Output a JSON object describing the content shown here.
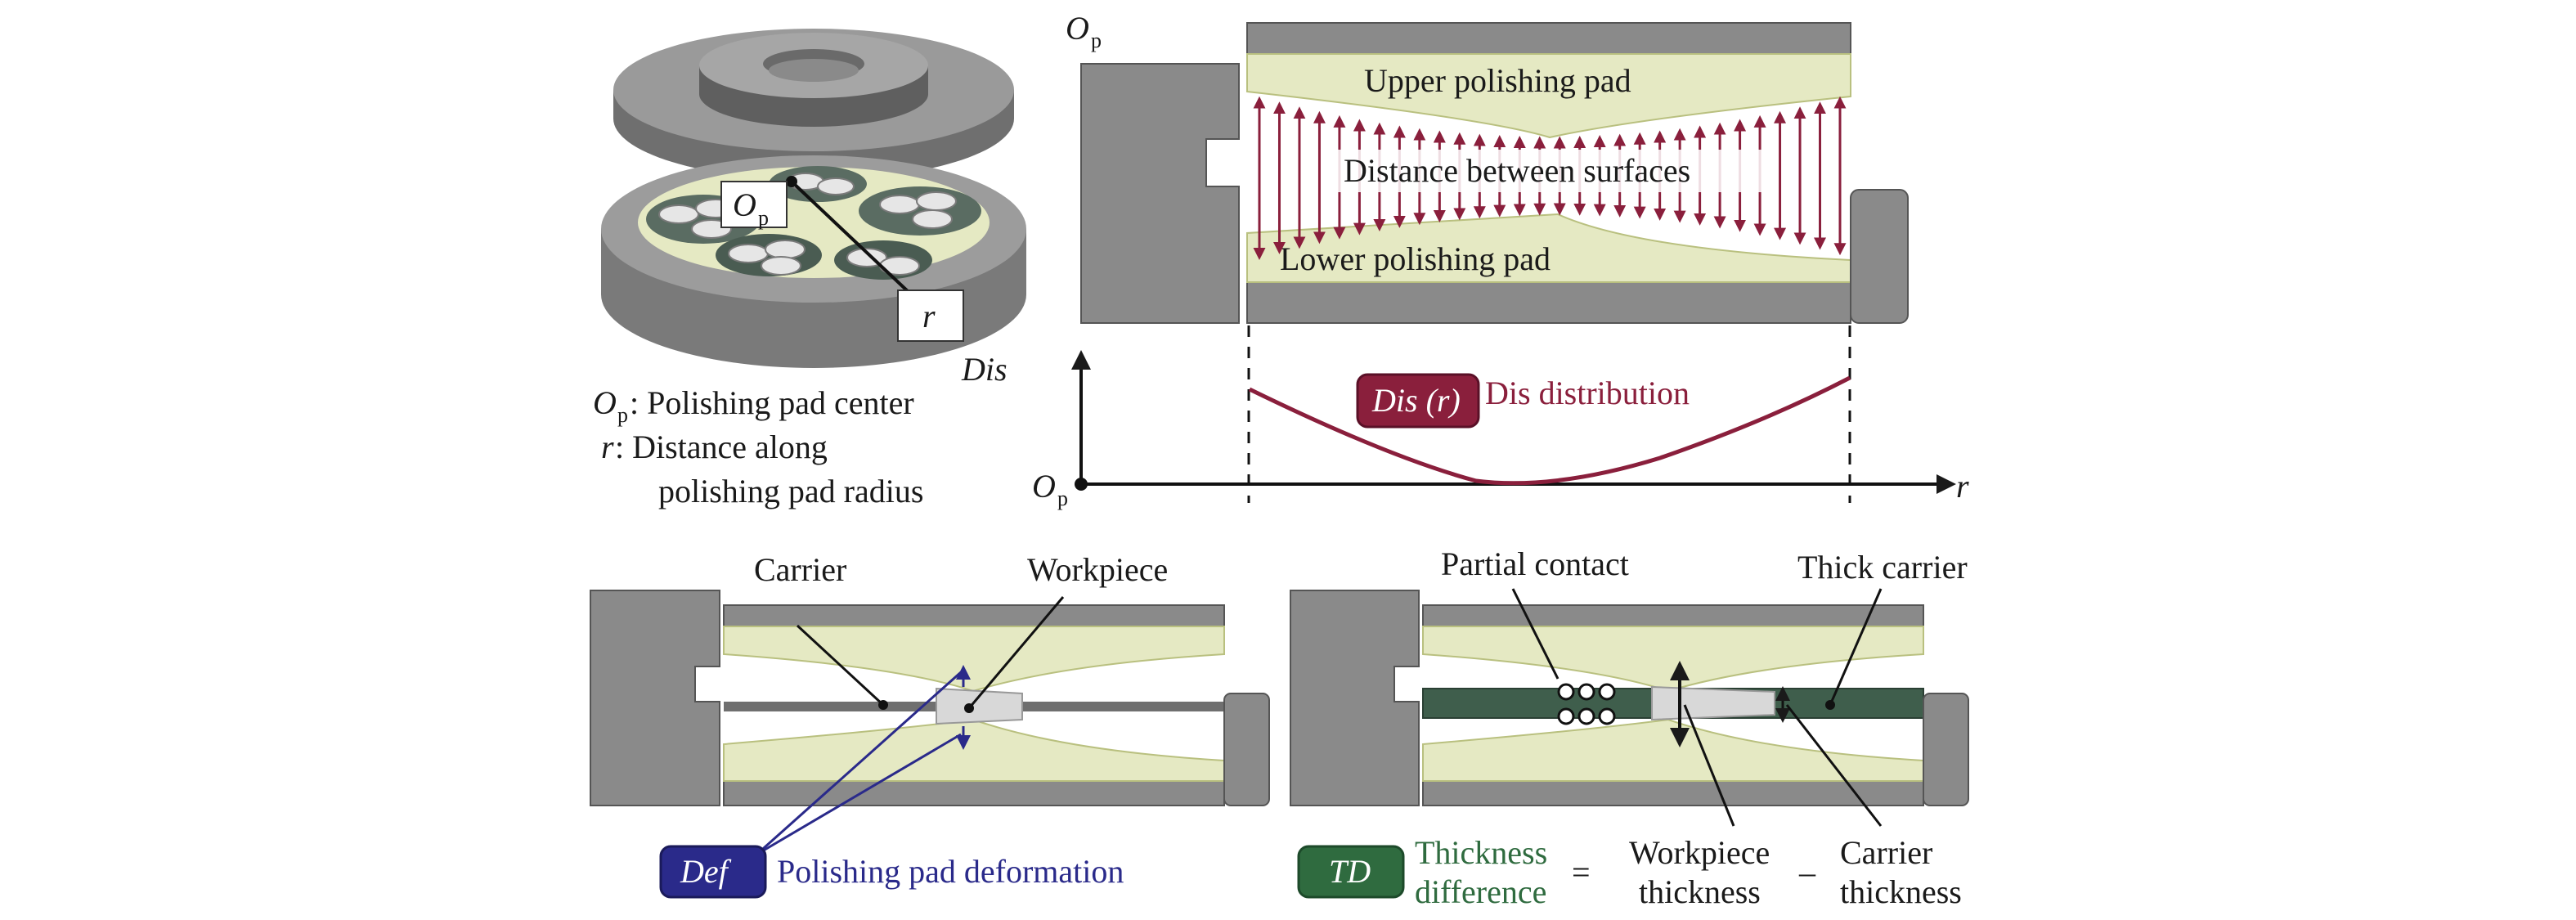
{
  "exploded_view": {
    "op_label": "O",
    "op_sub": "p",
    "r_label": "r"
  },
  "legend_top": {
    "line1_symbol": "O",
    "line1_sub": "p",
    "line1_text": ": Polishing pad center",
    "line2_symbol": "r",
    "line2_text": ":   Distance along",
    "line3_text": "polishing pad radius"
  },
  "cross_section": {
    "op_label": "O",
    "op_sub": "p",
    "upper_pad": "Upper polishing pad",
    "distance": "Distance between surfaces",
    "lower_pad": "Lower polishing pad"
  },
  "dis_plot": {
    "y_axis_label": "Dis",
    "origin_label": "O",
    "origin_sub": "p",
    "x_axis_label": "r",
    "badge": "Dis (r)",
    "caption": "Dis distribution"
  },
  "bottom_left": {
    "carrier": "Carrier",
    "workpiece": "Workpiece",
    "badge": "Def",
    "caption": "Polishing pad deformation"
  },
  "bottom_right": {
    "partial_contact": "Partial contact",
    "thick_carrier": "Thick carrier",
    "badge": "TD",
    "td_line1": "Thickness",
    "td_line2": "difference",
    "equals": "=",
    "wp_line1": "Workpiece",
    "wp_line2": "thickness",
    "minus": "–",
    "ct_line1": "Carrier",
    "ct_line2": "thickness"
  },
  "colors": {
    "pad": "#e5e9c3",
    "pad_edge": "#b9c07f",
    "steel": "#8a8a8a",
    "steel_dark": "#6f6f6f",
    "wafer": "#d8d8d8",
    "carrier_green": "#3f5e4c",
    "dis_red": "#8a1f3c",
    "def_blue": "#2a2a8a",
    "td_green": "#2f6b3f"
  }
}
